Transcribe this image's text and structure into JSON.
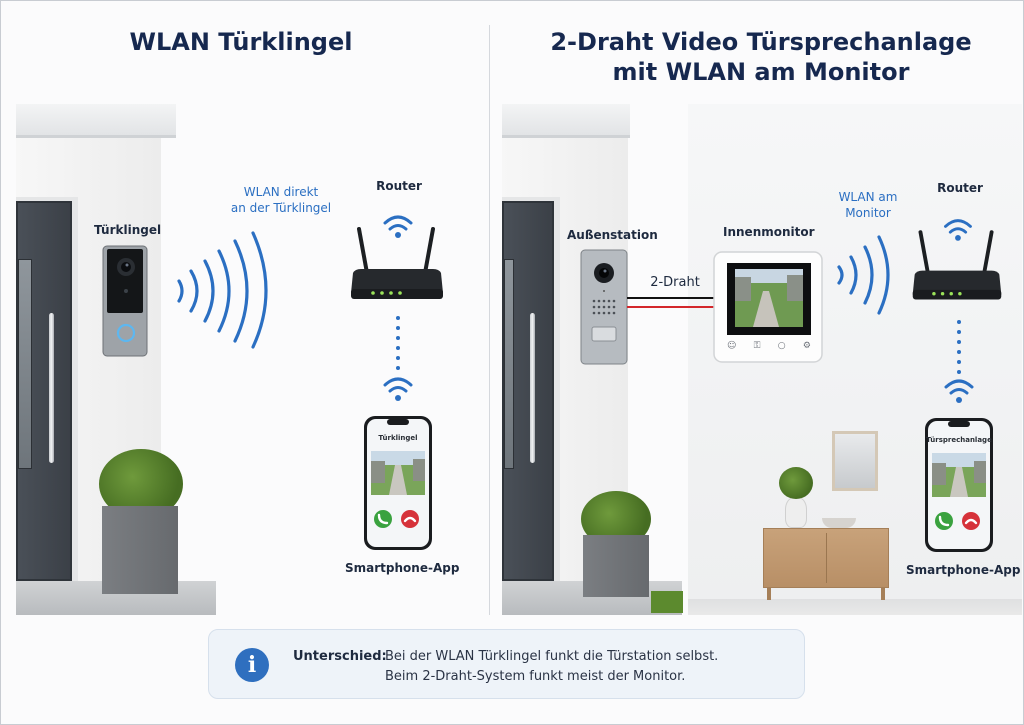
{
  "left_panel": {
    "title": "WLAN Türklingel",
    "doorbell_label": "Türklingel",
    "wifi_caption_line1": "WLAN direkt",
    "wifi_caption_line2": "an der Türklingel",
    "router_label": "Router",
    "phone": {
      "screen_title": "Türklingel",
      "accept_icon": "phone-accept-icon",
      "decline_icon": "phone-decline-icon",
      "label": "Smartphone-App"
    }
  },
  "right_panel": {
    "title_line1": "2-Draht Video Türsprechanlage",
    "title_line2": "mit WLAN am Monitor",
    "outdoor_label": "Außenstation",
    "wire_label": "2-Draht",
    "monitor_label": "Innenmonitor",
    "monitor_buttons": [
      "user-icon",
      "key-icon",
      "chat-icon",
      "gear-icon"
    ],
    "wifi_caption_line1": "WLAN am",
    "wifi_caption_line2": "Monitor",
    "router_label": "Router",
    "phone": {
      "screen_title": "Türsprechanlage",
      "accept_icon": "phone-accept-icon",
      "decline_icon": "phone-decline-icon",
      "label": "Smartphone-App"
    }
  },
  "info": {
    "icon": "info-icon",
    "icon_glyph": "i",
    "key": "Unterschied:",
    "line1": "Bei der WLAN Türklingel funkt die Türstation selbst.",
    "line2": "Beim 2-Draht-System funkt meist der Monitor."
  },
  "colors": {
    "title": "#16284f",
    "wifi_blue": "#2b6fc2",
    "info_blue": "#2f6fbf",
    "accept_green": "#3aa23f",
    "decline_red": "#d6323a",
    "wire_black": "#111111",
    "wire_red": "#d3262b"
  }
}
